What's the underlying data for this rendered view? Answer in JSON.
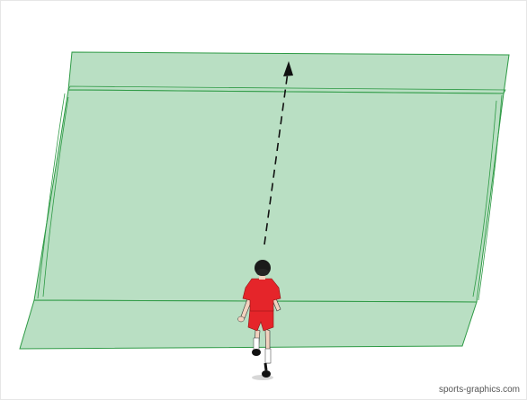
{
  "credit": {
    "text": "sports-graphics.com"
  },
  "colors": {
    "field_fill": "#b9dfc3",
    "field_line": "#2e9a45",
    "path_arrow": "#111111",
    "player_shirt": "#e5252a",
    "player_skin": "#f2d2bf",
    "player_hair": "#1a1a1a"
  },
  "icons": {
    "player": "runner-figure-red",
    "direction": "dashed-arrow-up"
  }
}
